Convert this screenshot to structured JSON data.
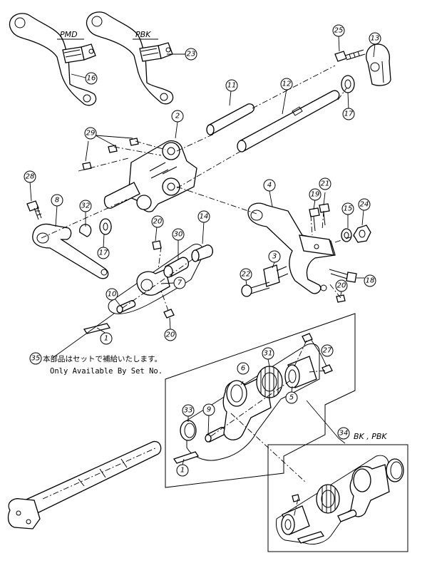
{
  "variant_labels": {
    "pmd": "PMD",
    "pbk": "PBK",
    "bk_pbk": "BK , PBK"
  },
  "note": {
    "japanese": "本部品はセットで補給いたします。",
    "english": "Only Available By Set No."
  },
  "callouts": [
    {
      "id": "1a",
      "num": "1"
    },
    {
      "id": "1b",
      "num": "1"
    },
    {
      "id": "2",
      "num": "2"
    },
    {
      "id": "3",
      "num": "3"
    },
    {
      "id": "4",
      "num": "4"
    },
    {
      "id": "5",
      "num": "5"
    },
    {
      "id": "6",
      "num": "6"
    },
    {
      "id": "7",
      "num": "7"
    },
    {
      "id": "8",
      "num": "8"
    },
    {
      "id": "9",
      "num": "9"
    },
    {
      "id": "10",
      "num": "10"
    },
    {
      "id": "11",
      "num": "11"
    },
    {
      "id": "12",
      "num": "12"
    },
    {
      "id": "13",
      "num": "13"
    },
    {
      "id": "14",
      "num": "14"
    },
    {
      "id": "15",
      "num": "15"
    },
    {
      "id": "16",
      "num": "16"
    },
    {
      "id": "17a",
      "num": "17"
    },
    {
      "id": "17b",
      "num": "17"
    },
    {
      "id": "18",
      "num": "18"
    },
    {
      "id": "19",
      "num": "19"
    },
    {
      "id": "20a",
      "num": "20"
    },
    {
      "id": "20b",
      "num": "20"
    },
    {
      "id": "20c",
      "num": "20"
    },
    {
      "id": "21",
      "num": "21"
    },
    {
      "id": "22",
      "num": "22"
    },
    {
      "id": "23",
      "num": "23"
    },
    {
      "id": "24",
      "num": "24"
    },
    {
      "id": "25",
      "num": "25"
    },
    {
      "id": "27",
      "num": "27"
    },
    {
      "id": "28",
      "num": "28"
    },
    {
      "id": "29",
      "num": "29"
    },
    {
      "id": "30",
      "num": "30"
    },
    {
      "id": "31",
      "num": "31"
    },
    {
      "id": "32",
      "num": "32"
    },
    {
      "id": "33",
      "num": "33"
    },
    {
      "id": "34",
      "num": "34"
    },
    {
      "id": "35",
      "num": "35"
    }
  ]
}
